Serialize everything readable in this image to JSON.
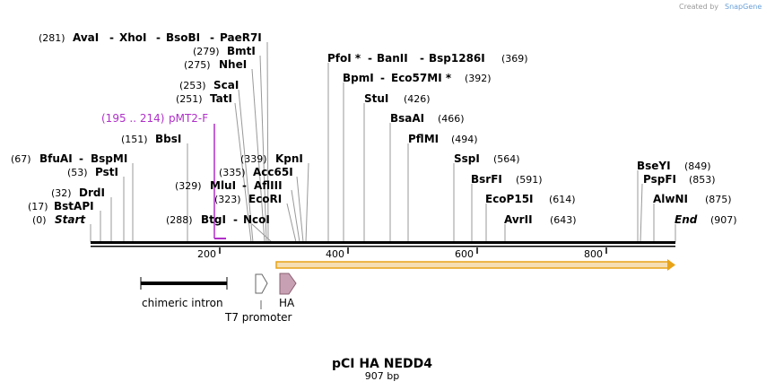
{
  "credit": {
    "text": "Created by",
    "brand": "SnapGene"
  },
  "plasmid": {
    "name": "pCI HA NEDD4",
    "length_label": "907 bp"
  },
  "axis": {
    "ticks": [
      "200",
      "400",
      "600",
      "800"
    ]
  },
  "sites": {
    "start": {
      "pos": "(0)",
      "name": "Start"
    },
    "end": {
      "pos": "(907)",
      "name": "End"
    },
    "bstapi": {
      "pos": "(17)",
      "name": "BstAPI"
    },
    "drdi": {
      "pos": "(32)",
      "name": "DrdI"
    },
    "psti": {
      "pos": "(53)",
      "name": "PstI"
    },
    "bfuai": {
      "pos": "(67)",
      "name1": "BfuAI",
      "name2": "BspMI"
    },
    "bbsi": {
      "pos": "(151)",
      "name": "BbsI"
    },
    "tati": {
      "pos": "(251)",
      "name": "TatI"
    },
    "scai": {
      "pos": "(253)",
      "name": "ScaI"
    },
    "nhei": {
      "pos": "(275)",
      "name": "NheI"
    },
    "bmti": {
      "pos": "(279)",
      "name": "BmtI"
    },
    "avai": {
      "pos": "(281)",
      "name1": "AvaI",
      "name2": "XhoI",
      "name3": "BsoBI",
      "name4": "PaeR7I"
    },
    "btgi": {
      "pos": "(288)",
      "name1": "BtgI",
      "name2": "NcoI"
    },
    "ecori": {
      "pos": "(323)",
      "name": "EcoRI"
    },
    "mlui": {
      "pos": "(329)",
      "name1": "MluI",
      "name2": "AflIII"
    },
    "acc65i": {
      "pos": "(335)",
      "name": "Acc65I"
    },
    "kpni": {
      "pos": "(339)",
      "name": "KpnI"
    },
    "pfoi": {
      "pos": "(369)",
      "name1": "PfoI *",
      "name2": "BanII",
      "name3": "Bsp1286I"
    },
    "bpmi": {
      "pos": "(392)",
      "name1": "BpmI",
      "name2": "Eco57MI *"
    },
    "stui": {
      "pos": "(426)",
      "name": "StuI"
    },
    "bsaai": {
      "pos": "(466)",
      "name": "BsaAI"
    },
    "pflmi": {
      "pos": "(494)",
      "name": "PflMI"
    },
    "sspi": {
      "pos": "(564)",
      "name": "SspI"
    },
    "bsrfi": {
      "pos": "(591)",
      "name": "BsrFI"
    },
    "ecop15i": {
      "pos": "(614)",
      "name": "EcoP15I"
    },
    "avrii": {
      "pos": "(643)",
      "name": "AvrII"
    },
    "bseyi": {
      "pos": "(849)",
      "name": "BseYI"
    },
    "pspfi": {
      "pos": "(853)",
      "name": "PspFI"
    },
    "alwni": {
      "pos": "(875)",
      "name": "AlwNI"
    }
  },
  "primer": {
    "range": "(195 .. 214)",
    "name": "pMT2-F"
  },
  "features": {
    "intron": "chimeric intron",
    "t7": "T7 promoter",
    "ha": "HA"
  },
  "colors": {
    "primer": "#b02fc9",
    "cds_fill": "#f5deb3",
    "cds_stroke": "#e8a317",
    "ha_fill": "#c8a0b4",
    "line": "#999999"
  }
}
